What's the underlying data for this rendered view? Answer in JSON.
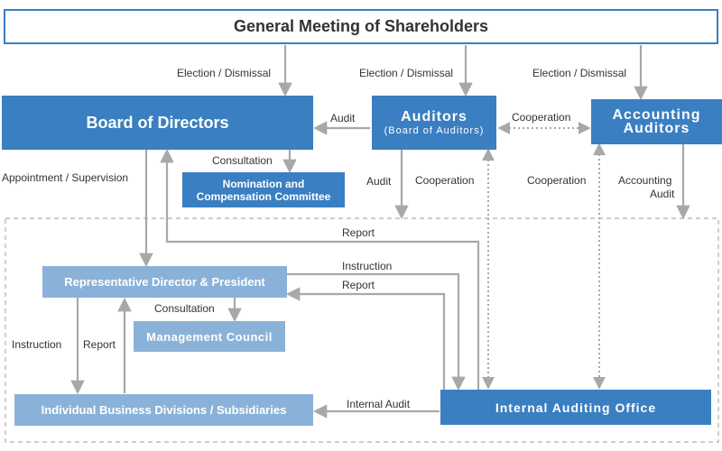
{
  "boxes": {
    "gms": "General Meeting of Shareholders",
    "board": "Board of Directors",
    "auditors": "Auditors",
    "auditors_sub": "(Board of Auditors)",
    "accounting_line1": "Accounting",
    "accounting_line2": "Auditors",
    "nomination_line1": "Nomination and",
    "nomination_line2": "Compensation Committee",
    "rep_director": "Representative Director & President",
    "mgmt_council": "Management Council",
    "divisions": "Individual Business Divisions / Subsidiaries",
    "internal_audit_office": "Internal Auditing Office"
  },
  "labels": {
    "election1": "Election / Dismissal",
    "election2": "Election / Dismissal",
    "election3": "Election / Dismissal",
    "audit_board": "Audit",
    "cooperation_top": "Cooperation",
    "consultation_board": "Consultation",
    "appointment": "Appointment / Supervision",
    "audit_auditors": "Audit",
    "cooperation_auditors": "Cooperation",
    "cooperation_accounting": "Cooperation",
    "accounting_audit_1": "Accounting",
    "accounting_audit_2": "Audit",
    "report_board": "Report",
    "instruction_iao": "Instruction",
    "report_iao": "Report",
    "consultation_mgmt": "Consultation",
    "instruction_div": "Instruction",
    "report_div": "Report",
    "internal_audit": "Internal Audit"
  },
  "colors": {
    "dark_box": "#3a7fc1",
    "light_box": "#8ab2d8",
    "arrow": "#a8a8a8"
  }
}
